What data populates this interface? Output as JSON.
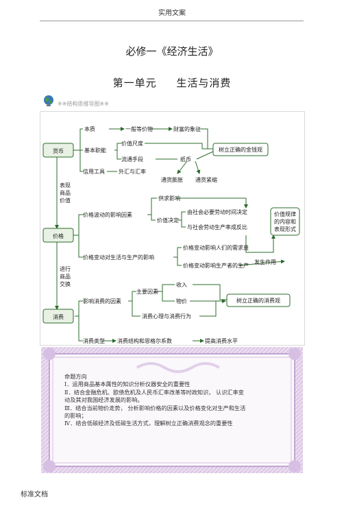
{
  "header": {
    "text": "实用文案"
  },
  "title": "必修一《经济生活》",
  "unit": {
    "number": "第一单元",
    "name": "生活与消费"
  },
  "mindmap": {
    "caption": "※※结构思维导图※※",
    "main_nodes": [
      "货币",
      "价格",
      "消费"
    ],
    "side_labels": {
      "money_to_price": [
        "表现",
        "商品",
        "价值"
      ],
      "price_to_consumption": [
        "进行",
        "商品",
        "交换"
      ]
    },
    "money": {
      "essence": "本质",
      "general_equivalent": "一般等价物",
      "symbol_of_wealth": "财富的象征",
      "basic_functions": "基本职能",
      "measure_of_value": "价值尺度",
      "means_of_circulation": "流通手段",
      "paper_money": "纸币",
      "correct_money_view": "树立正确的金钱观",
      "inflation": "通货膨胀",
      "deflation": "通货紧缩",
      "tools": "信用工具",
      "exchange": "外汇与汇率"
    },
    "price": {
      "factors": "价格波动的影响因素",
      "supply_demand": "供求影响",
      "value_determines": "价值决定",
      "necessary_labor_time": "由社会必要劳动时间决定",
      "inverse_productivity": "与社会劳动生产率成反比",
      "value_law": [
        "价值规律",
        "的内容和",
        "表现形式"
      ],
      "effects": "价格变动对生活与生产的影响",
      "effect_people": "价格变动影响人们的需求量",
      "effect_producers": "价格变动影响生产者的生产",
      "interaction": "发生作用"
    },
    "consumption": {
      "factors": "影响消费的因素",
      "main_factors": "主要因素",
      "income": "收入",
      "price": "物价",
      "psychology": "消费心理与消费行为",
      "correct_view": "树立正确的消费观",
      "types": "消费类型",
      "structure": "消费结构和恩格尔系数",
      "level": "提高消费水平"
    }
  },
  "exam": {
    "heading": "命题方向",
    "lines": [
      "Ⅰ．运用商品基本属性的知识分析仪器安全的重要性",
      "Ⅱ．结合金融危机、欧债危机及人民币汇率改革等时政知识，     认识汇率变",
      "动及其对我国经济发展的影响。",
      "Ⅲ．结合当前物价走势，  分析影响价格的因素以及价格变化对生产和生活",
      "的影响；",
      "Ⅳ．结合低碳经济及低碳生活方式，理解树立正确消费观念的重要性"
    ]
  },
  "footer": {
    "text": "标准文档"
  }
}
